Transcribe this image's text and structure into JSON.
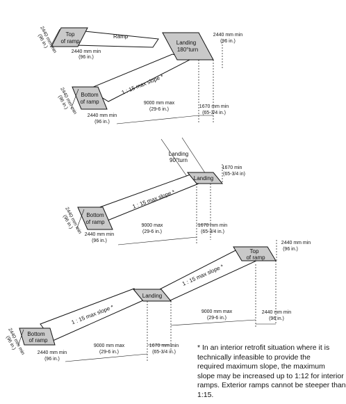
{
  "diagram1": {
    "top_of_ramp": [
      "Top",
      "of ramp"
    ],
    "ramp": "Ramp",
    "landing": [
      "Landing",
      "180°turn"
    ],
    "bottom_of_ramp": [
      "Bottom",
      "of ramp"
    ],
    "slope": "1 : 15 max slope *",
    "dim_top_width": [
      "2440 mm min",
      "(96 in.)"
    ],
    "dim_top_left": [
      "2440 mm min",
      "(96 in.)"
    ],
    "dim_top_right": [
      "2440 mm min",
      "(96 in.)"
    ],
    "dim_bottom_left": [
      "2440 mm min",
      "(96 in.)"
    ],
    "dim_bottom_right": [
      "2440 mm min",
      "(96 in.)"
    ],
    "dim_run": [
      "9000 mm max",
      "(29-6 in.)"
    ],
    "dim_landing": [
      "1670 mm min",
      "(65-3/4 in.)"
    ]
  },
  "diagram2": {
    "landing_turn": [
      "Landing",
      "90°turn"
    ],
    "landing": "Landing",
    "bottom_of_ramp": [
      "Bottom",
      "of ramp"
    ],
    "slope": "1 : 15 max slope *",
    "dim_side": [
      "1670 min",
      "(65-3/4 in)"
    ],
    "dim_bottom_left": [
      "2440 mm min",
      "(96 in.)"
    ],
    "dim_bottom_right": [
      "2440 mm min",
      "(96 in.)"
    ],
    "dim_run": [
      "9000 max",
      "(29-6 in.)"
    ],
    "dim_landing": [
      "1670 mm min",
      "(65-3/4 in.)"
    ]
  },
  "diagram3": {
    "top_of_ramp": [
      "Top",
      "of ramp"
    ],
    "landing": "Landing",
    "bottom_of_ramp": [
      "Bottom",
      "of ramp"
    ],
    "slope_lower": "1 : 15 max slope *",
    "slope_upper": "1 : 15 max slope *",
    "dim_top": [
      "2440 mm min",
      "(96 in.)"
    ],
    "dim_bottom_left": [
      "2440 mm min",
      "(96 in.)"
    ],
    "dim_bottom_right": [
      "2440 mm min",
      "(96 in.)"
    ],
    "dim_run_lower": [
      "9000 mm max",
      "(29-6 in.)"
    ],
    "dim_landing": [
      "1670 mm min",
      "(65-3/4 in.)"
    ],
    "dim_run_upper": [
      "9000 mm max",
      "(29-6 in.)"
    ],
    "dim_top_end": [
      "2440 mm min",
      "(96 in.)"
    ]
  },
  "note": [
    "* In an interior retrofit situation where it is",
    "technically infeasible to provide the",
    "required maximum slope, the maximum",
    "slope may be increased up to 1:12 for interior",
    "ramps. Exterior ramps cannot be steeper than",
    "1:15."
  ]
}
